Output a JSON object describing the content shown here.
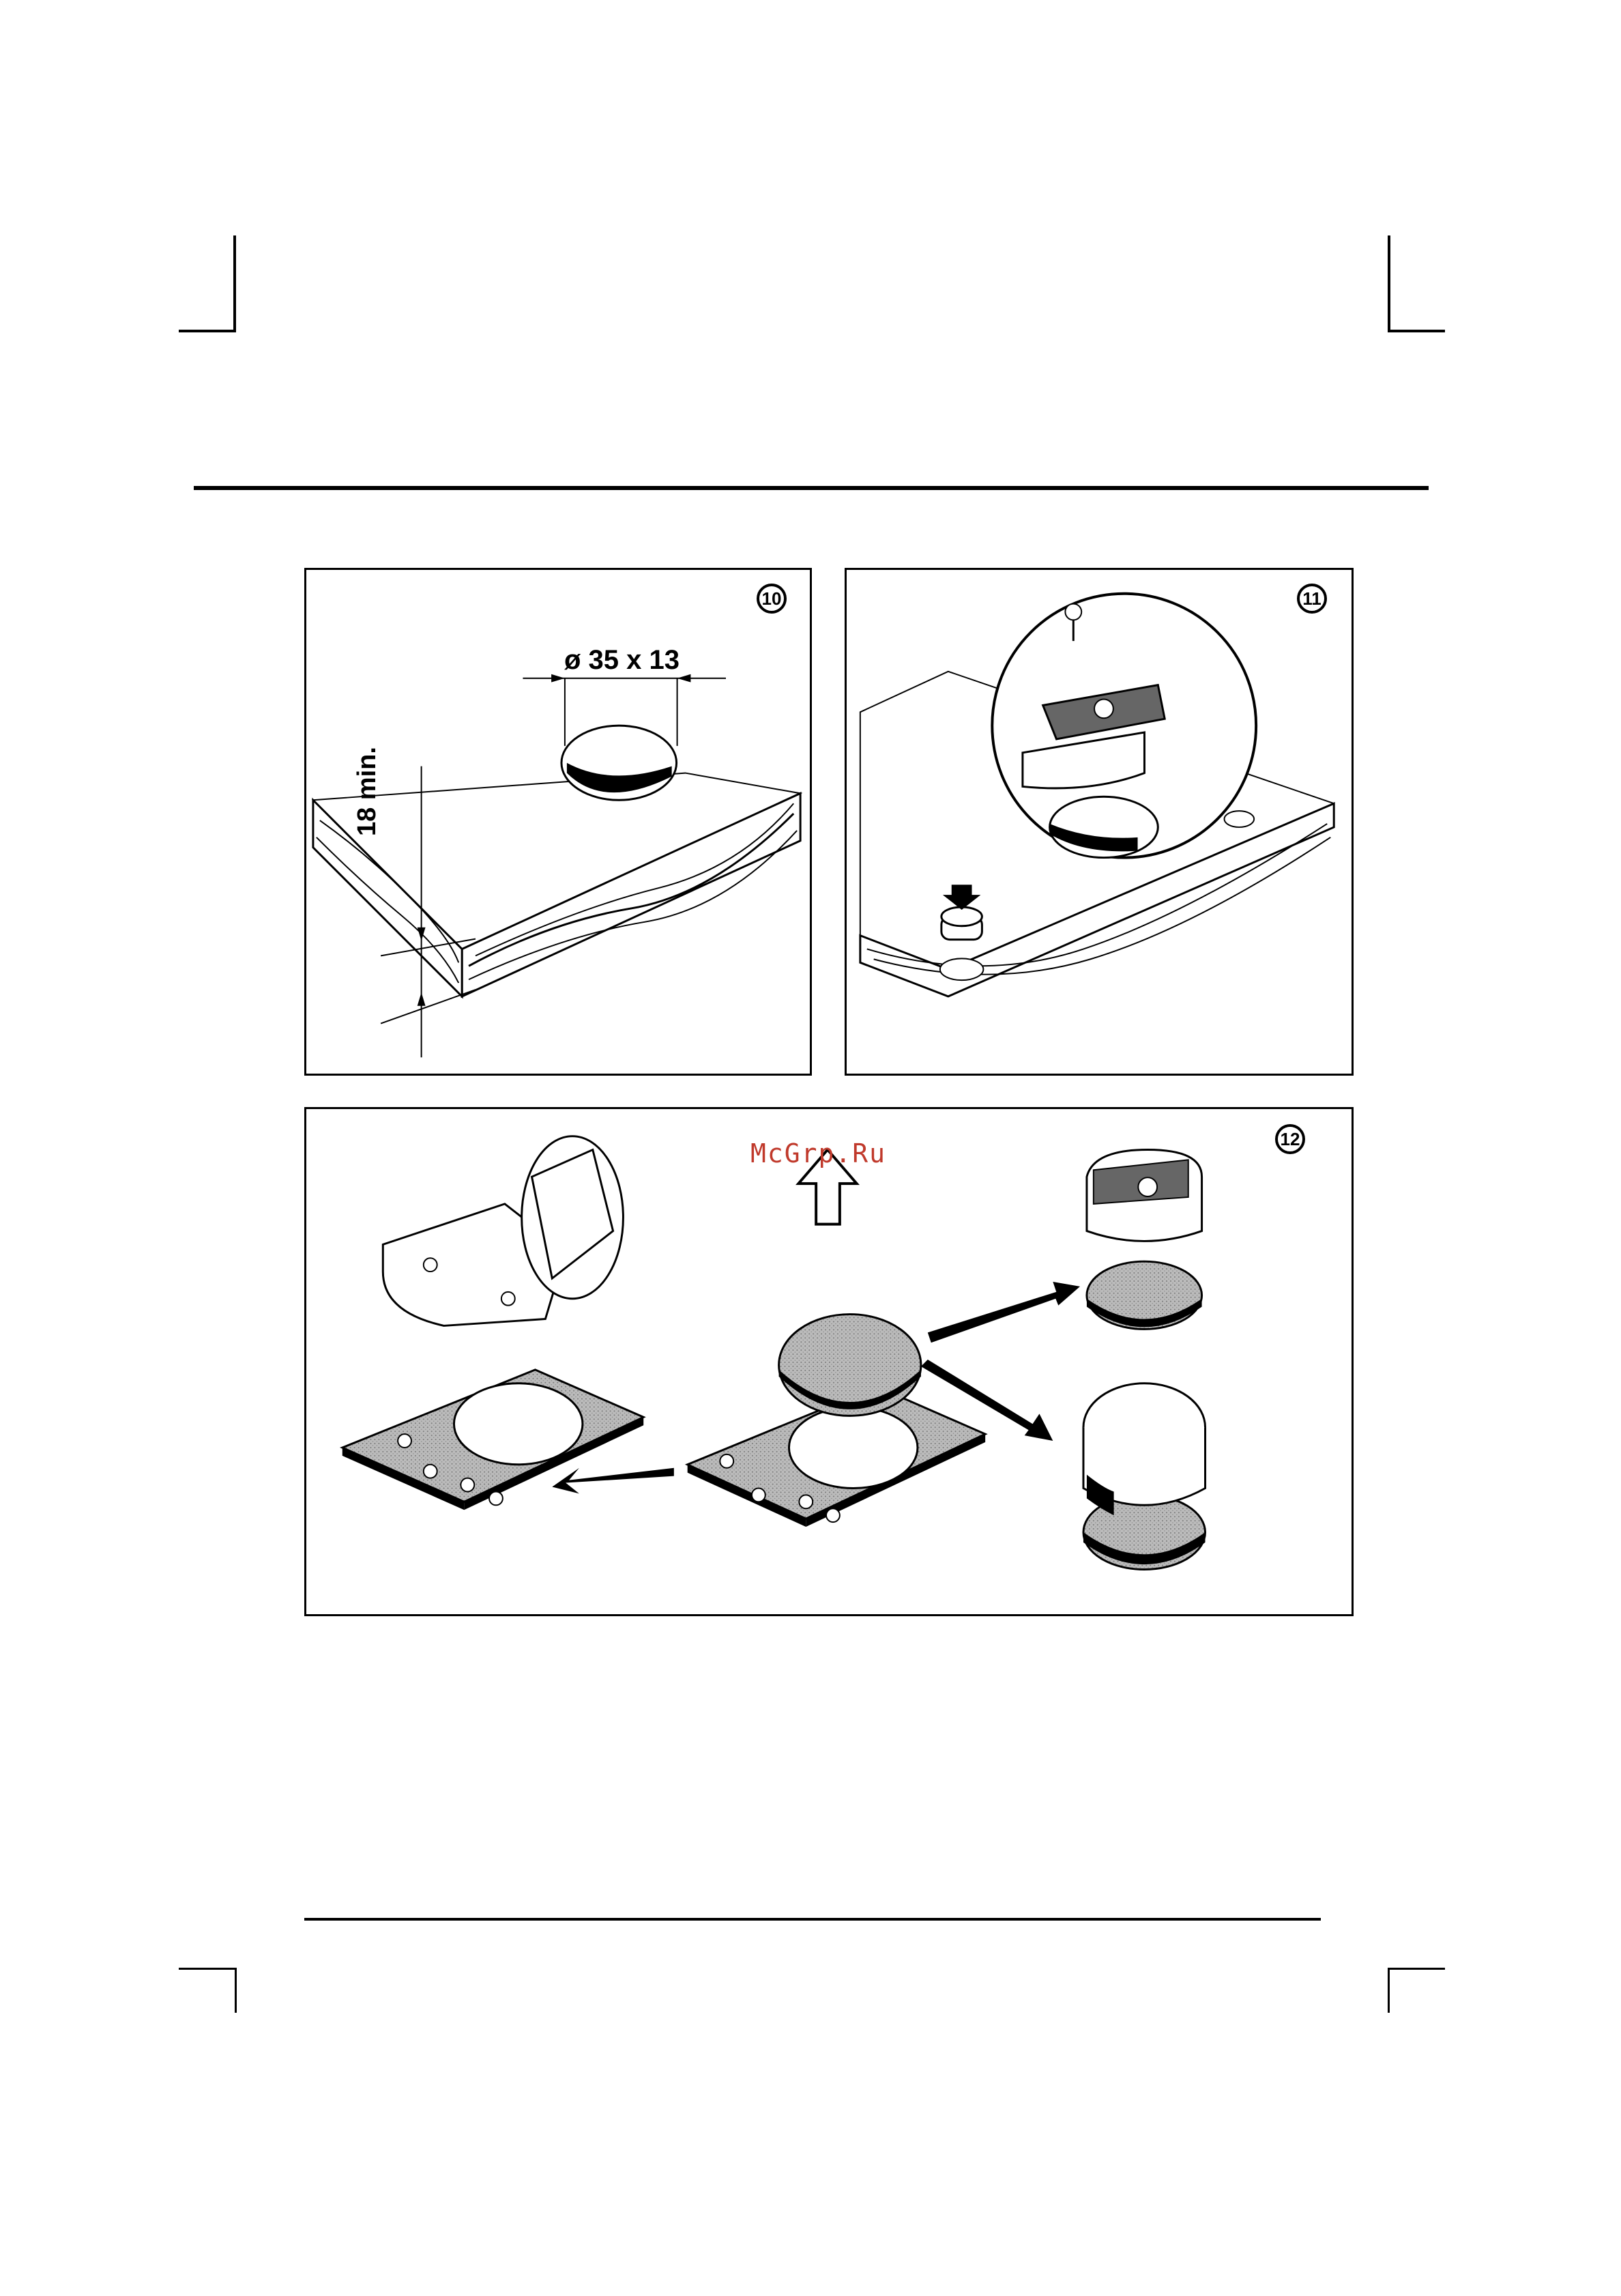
{
  "figures": [
    {
      "number": "10",
      "dimension_diameter": "ø  35 x 13",
      "dimension_thickness": "18 min."
    },
    {
      "number": "11"
    },
    {
      "number": "12"
    }
  ],
  "watermark": "McGrp.Ru",
  "colors": {
    "ink": "#000000",
    "watermark": "#c0392b",
    "stipple": "#999999"
  }
}
